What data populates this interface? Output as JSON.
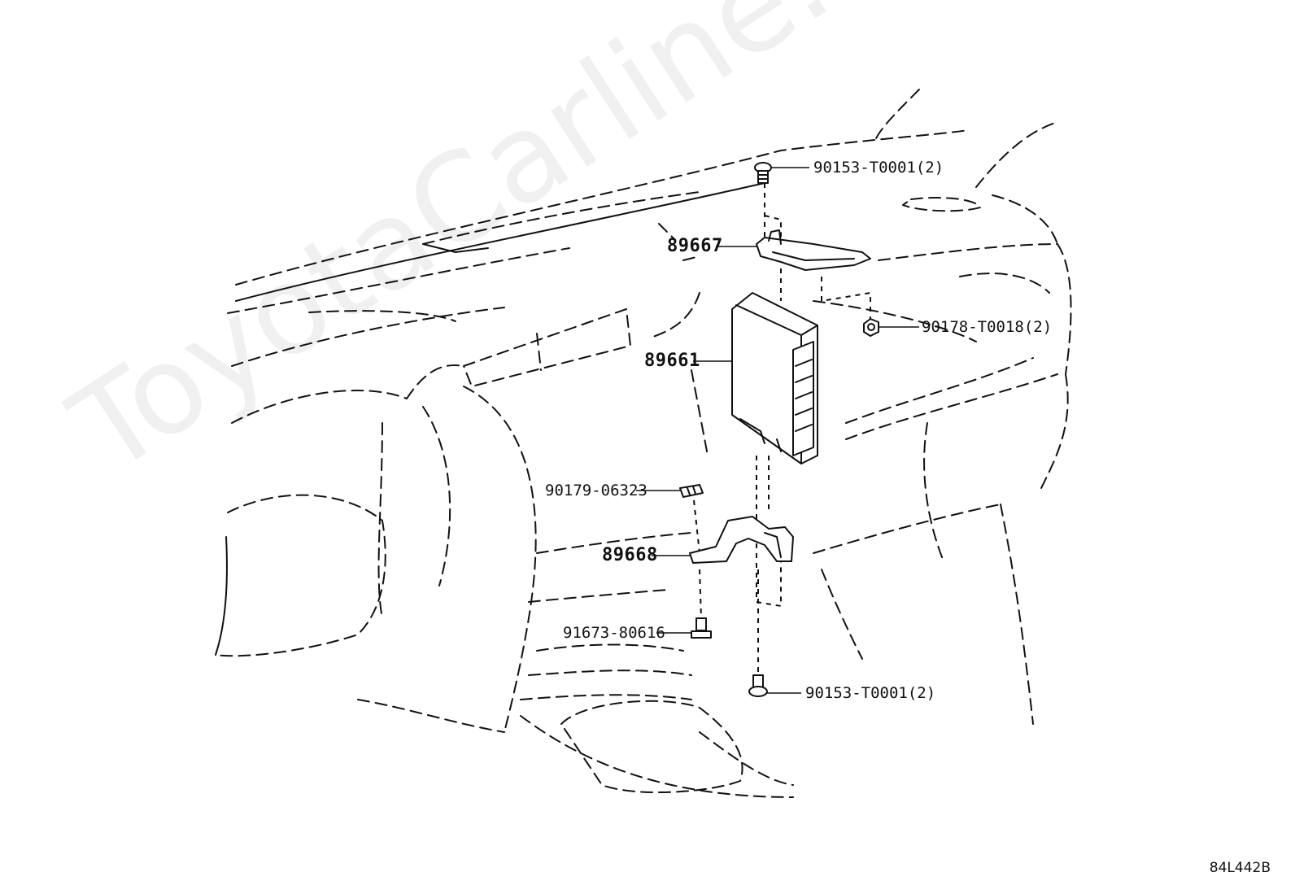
{
  "watermark": "ToyotaCarline.ru",
  "reference_code": "84L442B",
  "callouts": [
    {
      "id": "bolt-top",
      "text": "90153-T0001(2)"
    },
    {
      "id": "bracket-upper",
      "text": "89667"
    },
    {
      "id": "nut",
      "text": "90178-T0018(2)"
    },
    {
      "id": "computer",
      "text": "89661"
    },
    {
      "id": "clip",
      "text": "90179-06323"
    },
    {
      "id": "bracket-lower",
      "text": "89668"
    },
    {
      "id": "bolt-lower",
      "text": "91673-80616"
    },
    {
      "id": "bolt-bottom",
      "text": "90153-T0001(2)"
    }
  ]
}
